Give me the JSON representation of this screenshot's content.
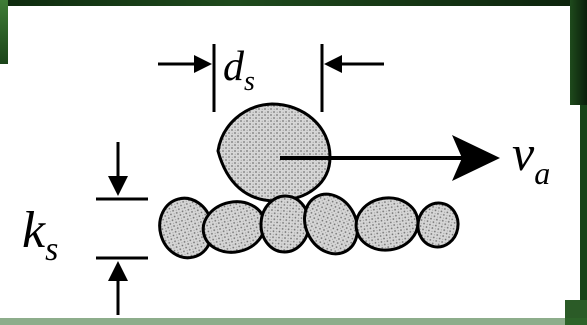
{
  "labels": {
    "sediment_diameter": {
      "main": "d",
      "sub": "s"
    },
    "roughness_height": {
      "main": "k",
      "sub": "s"
    },
    "velocity": {
      "main": "v",
      "sub": "a"
    }
  },
  "colors": {
    "background": "#ffffff",
    "ink": "#000000",
    "grain_fill": "#d4d4d4",
    "grain_stipple": "#7a7a7a",
    "frame_green_dark": "#0e2a0e",
    "frame_green": "#2f6a2c"
  },
  "elements": {
    "particle": "stippled-sphere",
    "bed": "stippled-grain-row",
    "arrow": "right-arrow"
  }
}
